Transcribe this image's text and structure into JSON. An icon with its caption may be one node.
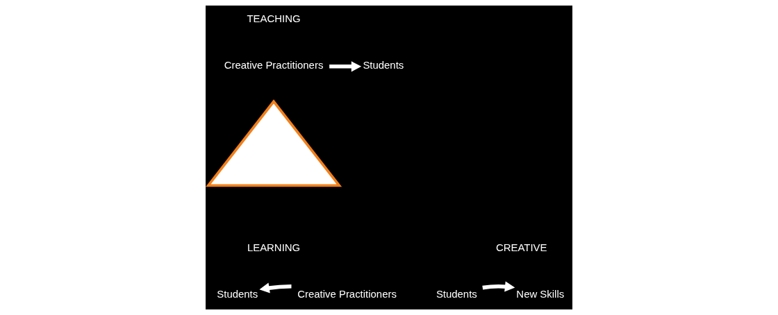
{
  "diagram": {
    "nodes": [
      {
        "text": [
          "Creative Practitioners"
        ]
      },
      {
        "text": [
          "Students"
        ]
      },
      {
        "text": [],
        "shape": "triangle"
      },
      {
        "text": [
          "Students"
        ]
      },
      {
        "text": [
          "Creative Practitioners"
        ]
      },
      {
        "text": [
          "Students"
        ]
      },
      {
        "text": [
          "New Skills"
        ]
      }
    ],
    "edges": [
      {
        "from": 0,
        "to": 1,
        "arrow": "to"
      },
      {
        "from": 4,
        "to": 3,
        "arrow": "to"
      },
      {
        "from": 5,
        "to": 6,
        "arrow": "to"
      }
    ],
    "labels": [
      "TEACHING",
      "LEARNING",
      "CREATIVE"
    ]
  }
}
